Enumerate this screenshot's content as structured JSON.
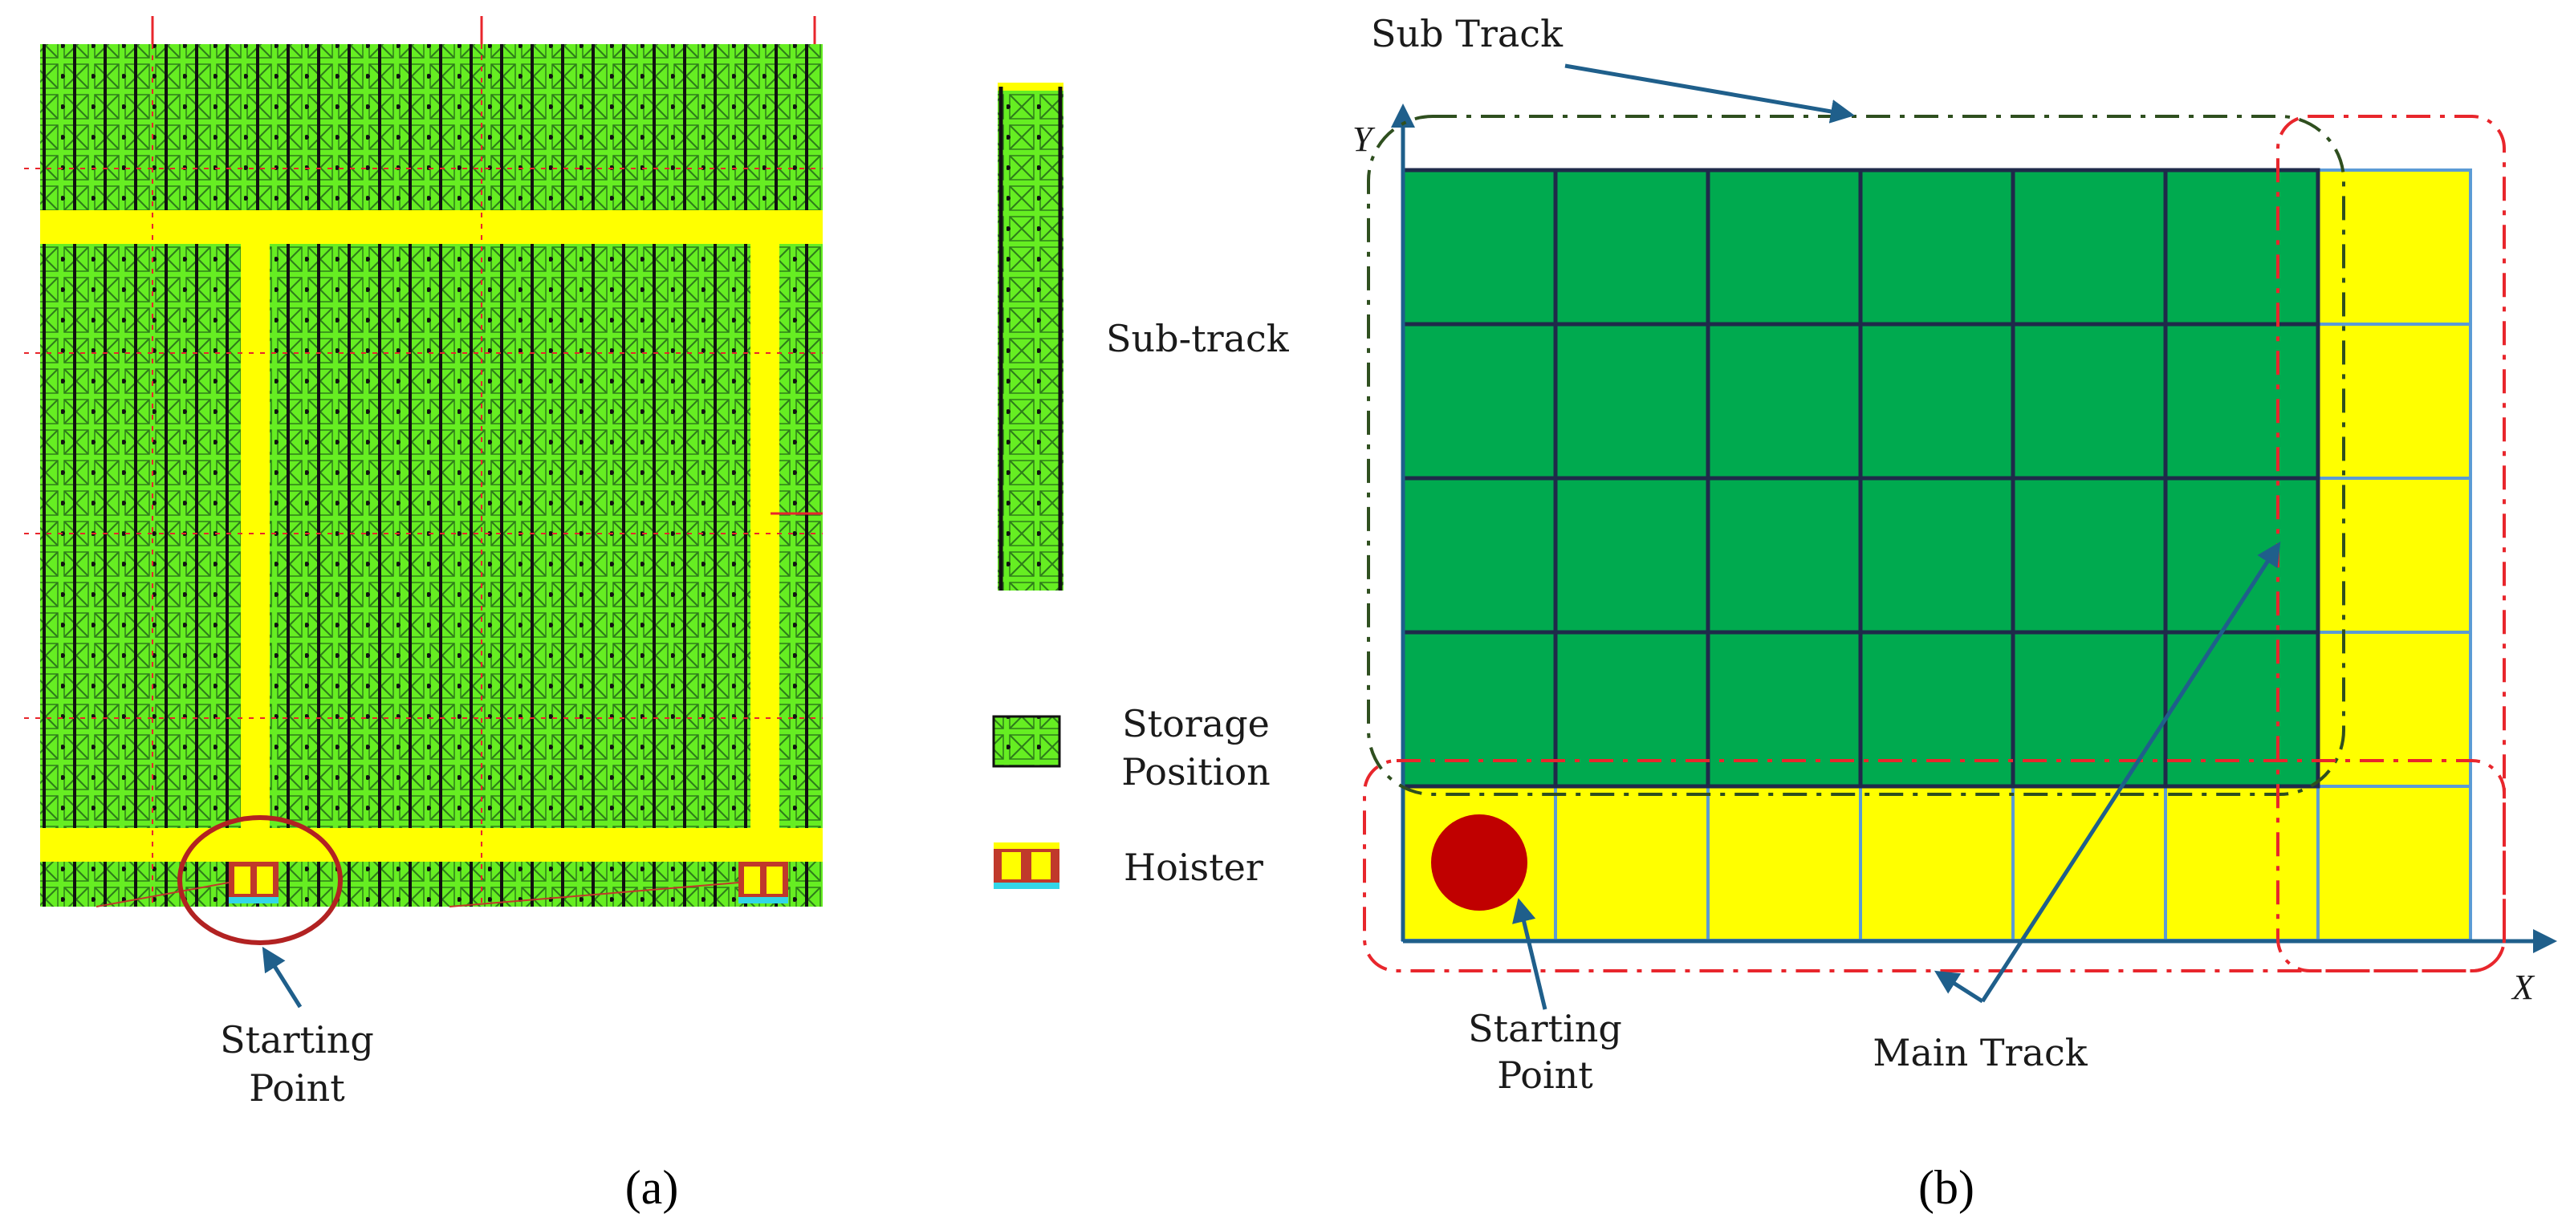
{
  "panel_a": {
    "starting_point_line1": "Starting",
    "starting_point_line2": "Point",
    "legend": {
      "subtrack_label": "Sub-track",
      "storage_line1": "Storage",
      "storage_line2": "Position",
      "hoister_label": "Hoister"
    },
    "caption": "(a)"
  },
  "panel_b": {
    "sub_track_label": "Sub Track",
    "main_track_label": "Main Track",
    "starting_point_line1": "Starting",
    "starting_point_line2": "Point",
    "x_axis": "X",
    "y_axis": "Y",
    "caption": "(b)",
    "grid": {
      "columns": 7,
      "rows": 5
    }
  },
  "colors": {
    "storage_green": "#00AA4F",
    "track_yellow": "#FFFF00",
    "light_green": "#66EE22",
    "grid_dark_line": "#1F2A4A",
    "grid_light_line": "#5B9BD5",
    "arrow_blue": "#1F5F8B",
    "main_track_dash": "#E8262C",
    "sub_track_dash": "#2F4F1F",
    "start_marker": "#C00000"
  }
}
